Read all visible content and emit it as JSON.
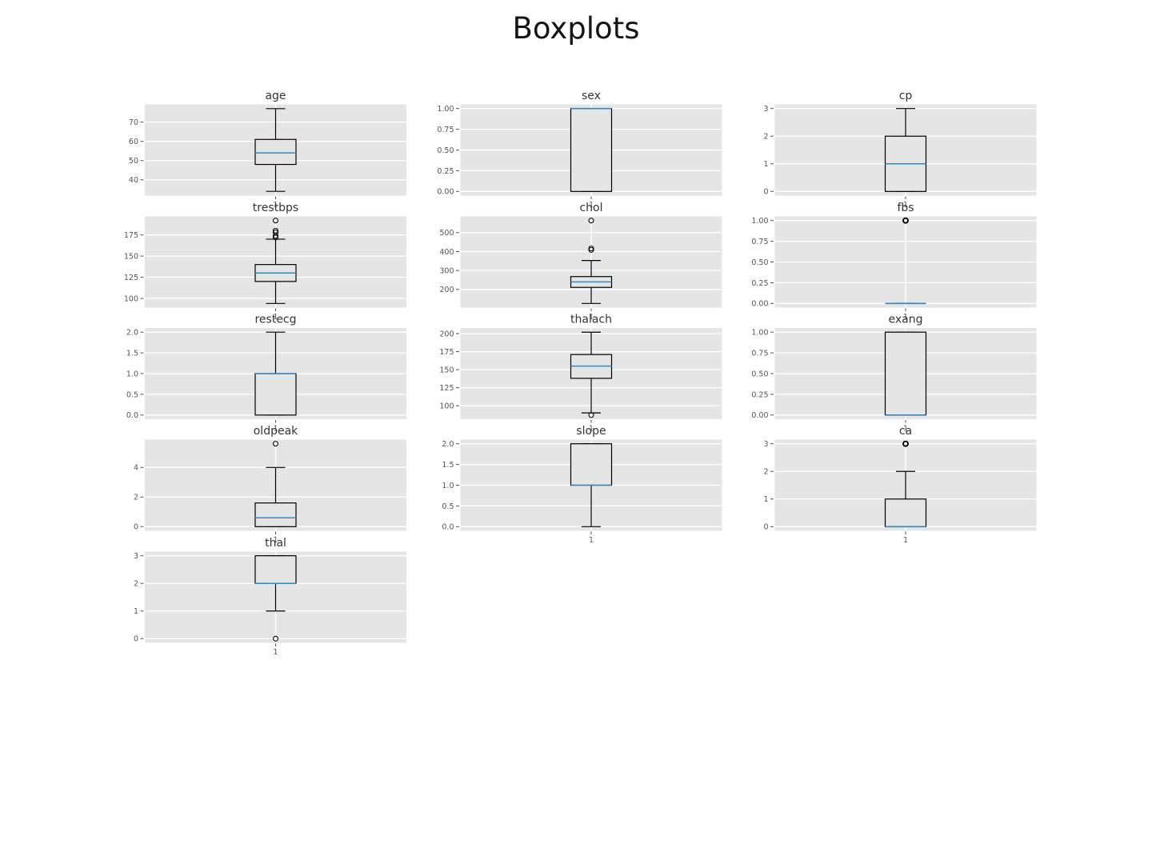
{
  "title": "Boxplots",
  "colors": {
    "panel_bg": "#e5e5e5",
    "grid": "#ffffff",
    "box_line": "#000000",
    "median": "#348abd",
    "tick_text": "#555555",
    "subplot_title_text": "#333333",
    "suptitle_text": "#151515"
  },
  "chart_data": [
    {
      "type": "box",
      "name": "age",
      "col": 0,
      "row": 0,
      "ylim": [
        31.8,
        79.2
      ],
      "yticks": {
        "values": [
          40,
          50,
          60,
          70
        ],
        "labels": [
          "40",
          "50",
          "60",
          "70"
        ]
      },
      "stats": {
        "whislo": 34,
        "q1": 48,
        "med": 54,
        "q3": 61,
        "whishi": 77,
        "outliers": []
      },
      "xtick": "1"
    },
    {
      "type": "box",
      "name": "sex",
      "col": 1,
      "row": 0,
      "ylim": [
        -0.05,
        1.05
      ],
      "yticks": {
        "values": [
          0,
          0.25,
          0.5,
          0.75,
          1
        ],
        "labels": [
          "0.00",
          "0.25",
          "0.50",
          "0.75",
          "1.00"
        ]
      },
      "stats": {
        "whislo": 0,
        "q1": 0,
        "med": 1,
        "q3": 1,
        "whishi": 1,
        "outliers": []
      },
      "xtick": "1"
    },
    {
      "type": "box",
      "name": "cp",
      "col": 2,
      "row": 0,
      "ylim": [
        -0.15,
        3.15
      ],
      "yticks": {
        "values": [
          0,
          1,
          2,
          3
        ],
        "labels": [
          "0",
          "1",
          "2",
          "3"
        ]
      },
      "stats": {
        "whislo": 0,
        "q1": 0,
        "med": 1,
        "q3": 2,
        "whishi": 3,
        "outliers": []
      },
      "xtick": "1"
    },
    {
      "type": "box",
      "name": "trestbps",
      "col": 0,
      "row": 1,
      "ylim": [
        89.1,
        196.9
      ],
      "yticks": {
        "values": [
          100,
          125,
          150,
          175
        ],
        "labels": [
          "100",
          "125",
          "150",
          "175"
        ]
      },
      "stats": {
        "whislo": 94,
        "q1": 120,
        "med": 130,
        "q3": 140,
        "whishi": 170,
        "outliers": [
          172,
          174,
          178,
          180,
          192
        ]
      },
      "xtick": "1"
    },
    {
      "type": "box",
      "name": "chol",
      "col": 1,
      "row": 1,
      "ylim": [
        104.1,
        585.9
      ],
      "yticks": {
        "values": [
          200,
          300,
          400,
          500
        ],
        "labels": [
          "200",
          "300",
          "400",
          "500"
        ]
      },
      "stats": {
        "whislo": 126,
        "q1": 211,
        "med": 240,
        "q3": 268,
        "whishi": 353,
        "outliers": [
          409,
          417,
          564
        ]
      },
      "xtick": "1"
    },
    {
      "type": "box",
      "name": "fbs",
      "col": 2,
      "row": 1,
      "ylim": [
        -0.05,
        1.05
      ],
      "yticks": {
        "values": [
          0,
          0.25,
          0.5,
          0.75,
          1
        ],
        "labels": [
          "0.00",
          "0.25",
          "0.50",
          "0.75",
          "1.00"
        ]
      },
      "stats": {
        "whislo": 0,
        "q1": 0,
        "med": 0,
        "q3": 0,
        "whishi": 0,
        "outliers": [
          1
        ],
        "outlier_bold": true
      },
      "xtick": "1"
    },
    {
      "type": "box",
      "name": "restecg",
      "col": 0,
      "row": 2,
      "ylim": [
        -0.1,
        2.1
      ],
      "yticks": {
        "values": [
          0,
          0.5,
          1,
          1.5,
          2
        ],
        "labels": [
          "0.0",
          "0.5",
          "1.0",
          "1.5",
          "2.0"
        ]
      },
      "stats": {
        "whislo": 0,
        "q1": 0,
        "med": 1,
        "q3": 1,
        "whishi": 2,
        "outliers": []
      },
      "xtick": "1"
    },
    {
      "type": "box",
      "name": "thalach",
      "col": 1,
      "row": 2,
      "ylim": [
        81.3,
        207.8
      ],
      "yticks": {
        "values": [
          100,
          125,
          150,
          175,
          200
        ],
        "labels": [
          "100",
          "125",
          "150",
          "175",
          "200"
        ]
      },
      "stats": {
        "whislo": 90,
        "q1": 138,
        "med": 155,
        "q3": 171,
        "whishi": 202,
        "outliers": [
          87
        ]
      },
      "xtick": "1"
    },
    {
      "type": "box",
      "name": "exang",
      "col": 2,
      "row": 2,
      "ylim": [
        -0.05,
        1.05
      ],
      "yticks": {
        "values": [
          0,
          0.25,
          0.5,
          0.75,
          1
        ],
        "labels": [
          "0.00",
          "0.25",
          "0.50",
          "0.75",
          "1.00"
        ]
      },
      "stats": {
        "whislo": 0,
        "q1": 0,
        "med": 0,
        "q3": 1,
        "whishi": 1,
        "outliers": []
      },
      "xtick": "1"
    },
    {
      "type": "box",
      "name": "oldpeak",
      "col": 0,
      "row": 3,
      "ylim": [
        -0.28,
        5.88
      ],
      "yticks": {
        "values": [
          0,
          2,
          4
        ],
        "labels": [
          "0",
          "2",
          "4"
        ]
      },
      "stats": {
        "whislo": 0,
        "q1": 0,
        "med": 0.6,
        "q3": 1.6,
        "whishi": 4,
        "outliers": [
          5.6
        ]
      },
      "xtick": "1"
    },
    {
      "type": "box",
      "name": "slope",
      "col": 1,
      "row": 3,
      "ylim": [
        -0.1,
        2.1
      ],
      "yticks": {
        "values": [
          0,
          0.5,
          1,
          1.5,
          2
        ],
        "labels": [
          "0.0",
          "0.5",
          "1.0",
          "1.5",
          "2.0"
        ]
      },
      "stats": {
        "whislo": 0,
        "q1": 1,
        "med": 1,
        "q3": 2,
        "whishi": 2,
        "outliers": []
      },
      "xtick": "1"
    },
    {
      "type": "box",
      "name": "ca",
      "col": 2,
      "row": 3,
      "ylim": [
        -0.15,
        3.15
      ],
      "yticks": {
        "values": [
          0,
          1,
          2,
          3
        ],
        "labels": [
          "0",
          "1",
          "2",
          "3"
        ]
      },
      "stats": {
        "whislo": 0,
        "q1": 0,
        "med": 0,
        "q3": 1,
        "whishi": 2,
        "outliers": [
          3
        ],
        "outlier_bold": true
      },
      "xtick": "1"
    },
    {
      "type": "box",
      "name": "thal",
      "col": 0,
      "row": 4,
      "ylim": [
        -0.15,
        3.15
      ],
      "yticks": {
        "values": [
          0,
          1,
          2,
          3
        ],
        "labels": [
          "0",
          "1",
          "2",
          "3"
        ]
      },
      "stats": {
        "whislo": 1,
        "q1": 2,
        "med": 2,
        "q3": 3,
        "whishi": 3,
        "outliers": [
          0
        ]
      },
      "xtick": "1"
    }
  ]
}
